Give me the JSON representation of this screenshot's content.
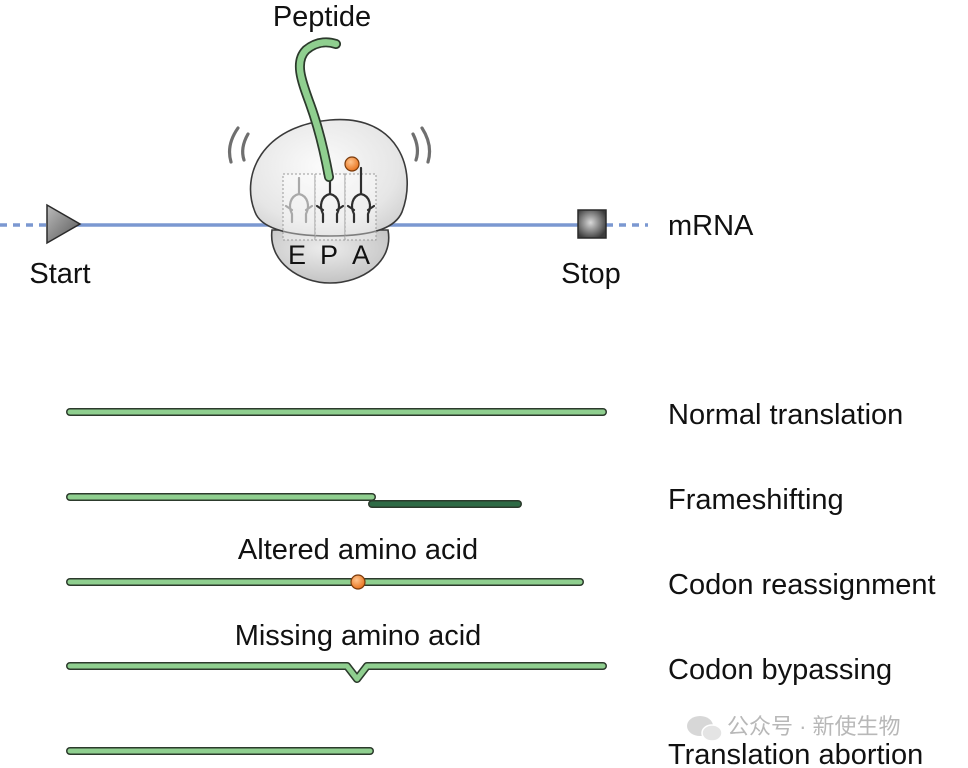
{
  "top_labels": {
    "peptide": "Peptide",
    "mrna": "mRNA",
    "start": "Start",
    "stop": "Stop",
    "site_e": "E",
    "site_p": "P",
    "site_a": "A"
  },
  "outcomes": [
    {
      "label": "Normal translation"
    },
    {
      "label": "Frameshifting"
    },
    {
      "label": "Codon reassignment",
      "note": "Altered amino acid"
    },
    {
      "label": "Codon bypassing",
      "note": "Missing amino acid"
    },
    {
      "label": "Translation abortion"
    }
  ],
  "watermark": "公众号 · 新使生物",
  "colors": {
    "peptide_green": "#8fcf8f",
    "frameshift_dark_green": "#2e6a45",
    "mrna_blue": "#7b98d1",
    "amino_acid_orange": "#f0883a",
    "outline": "#2c3a2c"
  }
}
